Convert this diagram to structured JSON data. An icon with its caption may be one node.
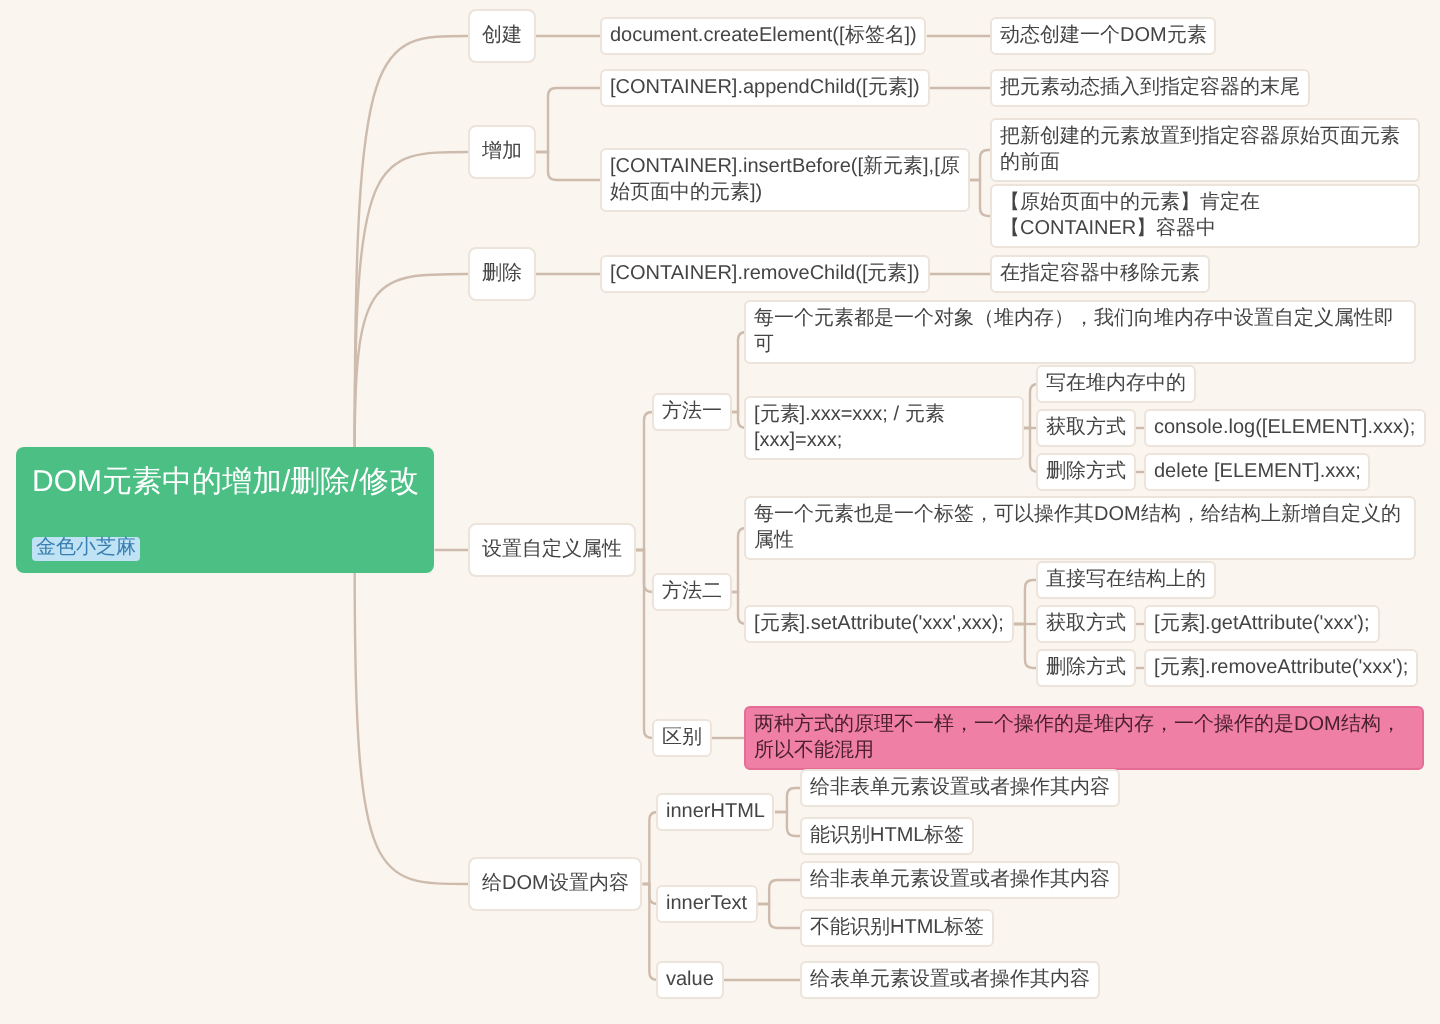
{
  "diagram": {
    "nodes": [
      {
        "text": [
          "DOM元素中的增加/删除/修改",
          "金色小芝麻"
        ]
      },
      {
        "text": [
          "创建"
        ]
      },
      {
        "text": [
          "document.createElement([标签名])"
        ]
      },
      {
        "text": [
          "动态创建一个DOM元素"
        ]
      },
      {
        "text": [
          "增加"
        ]
      },
      {
        "text": [
          "[CONTAINER].appendChild([元素])"
        ]
      },
      {
        "text": [
          "把元素动态插入到指定容器的末尾"
        ]
      },
      {
        "text": [
          "[CONTAINER].insertBefore([新元素],[原始页面中的元素])"
        ]
      },
      {
        "text": [
          "把新创建的元素放置到指定容器原始页面元素的前面"
        ]
      },
      {
        "text": [
          "【原始页面中的元素】肯定在【CONTAINER】容器中"
        ]
      },
      {
        "text": [
          "删除"
        ]
      },
      {
        "text": [
          "[CONTAINER].removeChild([元素])"
        ]
      },
      {
        "text": [
          "在指定容器中移除元素"
        ]
      },
      {
        "text": [
          "设置自定义属性"
        ]
      },
      {
        "text": [
          "方法一"
        ]
      },
      {
        "text": [
          "每一个元素都是一个对象（堆内存），我们向堆内存中设置自定义属性即可"
        ]
      },
      {
        "text": [
          "[元素].xxx=xxx; / 元素[xxx]=xxx;"
        ]
      },
      {
        "text": [
          "写在堆内存中的"
        ]
      },
      {
        "text": [
          "获取方式"
        ]
      },
      {
        "text": [
          "console.log([ELEMENT].xxx);"
        ]
      },
      {
        "text": [
          "删除方式"
        ]
      },
      {
        "text": [
          "delete [ELEMENT].xxx;"
        ]
      },
      {
        "text": [
          "方法二"
        ]
      },
      {
        "text": [
          "每一个元素也是一个标签，可以操作其DOM结构，给结构上新增自定义的属性"
        ]
      },
      {
        "text": [
          "[元素].setAttribute('xxx',xxx);"
        ]
      },
      {
        "text": [
          "直接写在结构上的"
        ]
      },
      {
        "text": [
          "获取方式"
        ]
      },
      {
        "text": [
          "[元素].getAttribute('xxx');"
        ]
      },
      {
        "text": [
          "删除方式"
        ]
      },
      {
        "text": [
          "[元素].removeAttribute('xxx');"
        ]
      },
      {
        "text": [
          "区别"
        ]
      },
      {
        "text": [
          "两种方式的原理不一样，一个操作的是堆内存，一个操作的是DOM结构，所以不能混用"
        ]
      },
      {
        "text": [
          "给DOM设置内容"
        ]
      },
      {
        "text": [
          "innerHTML"
        ]
      },
      {
        "text": [
          "给非表单元素设置或者操作其内容"
        ]
      },
      {
        "text": [
          "能识别HTML标签"
        ]
      },
      {
        "text": [
          "innerText"
        ]
      },
      {
        "text": [
          "给非表单元素设置或者操作其内容"
        ]
      },
      {
        "text": [
          "不能识别HTML标签"
        ]
      },
      {
        "text": [
          "value"
        ]
      },
      {
        "text": [
          "给表单元素设置或者操作其内容"
        ]
      }
    ],
    "edges": [
      {
        "from": 0,
        "to": 1,
        "arrow": "none"
      },
      {
        "from": 0,
        "to": 4,
        "arrow": "none"
      },
      {
        "from": 0,
        "to": 10,
        "arrow": "none"
      },
      {
        "from": 0,
        "to": 13,
        "arrow": "none"
      },
      {
        "from": 0,
        "to": 32,
        "arrow": "none"
      },
      {
        "from": 1,
        "to": 2,
        "arrow": "none"
      },
      {
        "from": 2,
        "to": 3,
        "arrow": "none"
      },
      {
        "from": 4,
        "to": 5,
        "arrow": "none"
      },
      {
        "from": 4,
        "to": 7,
        "arrow": "none"
      },
      {
        "from": 5,
        "to": 6,
        "arrow": "none"
      },
      {
        "from": 7,
        "to": 8,
        "arrow": "none"
      },
      {
        "from": 7,
        "to": 9,
        "arrow": "none"
      },
      {
        "from": 10,
        "to": 11,
        "arrow": "none"
      },
      {
        "from": 11,
        "to": 12,
        "arrow": "none"
      },
      {
        "from": 13,
        "to": 14,
        "arrow": "none"
      },
      {
        "from": 13,
        "to": 22,
        "arrow": "none"
      },
      {
        "from": 13,
        "to": 30,
        "arrow": "none"
      },
      {
        "from": 14,
        "to": 15,
        "arrow": "none"
      },
      {
        "from": 14,
        "to": 16,
        "arrow": "none"
      },
      {
        "from": 16,
        "to": 17,
        "arrow": "none"
      },
      {
        "from": 16,
        "to": 18,
        "arrow": "none"
      },
      {
        "from": 16,
        "to": 20,
        "arrow": "none"
      },
      {
        "from": 18,
        "to": 19,
        "arrow": "none"
      },
      {
        "from": 20,
        "to": 21,
        "arrow": "none"
      },
      {
        "from": 22,
        "to": 23,
        "arrow": "none"
      },
      {
        "from": 22,
        "to": 24,
        "arrow": "none"
      },
      {
        "from": 24,
        "to": 25,
        "arrow": "none"
      },
      {
        "from": 24,
        "to": 26,
        "arrow": "none"
      },
      {
        "from": 24,
        "to": 28,
        "arrow": "none"
      },
      {
        "from": 26,
        "to": 27,
        "arrow": "none"
      },
      {
        "from": 28,
        "to": 29,
        "arrow": "none"
      },
      {
        "from": 30,
        "to": 31,
        "arrow": "none"
      },
      {
        "from": 32,
        "to": 33,
        "arrow": "none"
      },
      {
        "from": 32,
        "to": 36,
        "arrow": "none"
      },
      {
        "from": 32,
        "to": 39,
        "arrow": "none"
      },
      {
        "from": 33,
        "to": 34,
        "arrow": "none"
      },
      {
        "from": 33,
        "to": 35,
        "arrow": "none"
      },
      {
        "from": 36,
        "to": 37,
        "arrow": "none"
      },
      {
        "from": 36,
        "to": 38,
        "arrow": "none"
      },
      {
        "from": 39,
        "to": 40,
        "arrow": "none"
      }
    ]
  }
}
